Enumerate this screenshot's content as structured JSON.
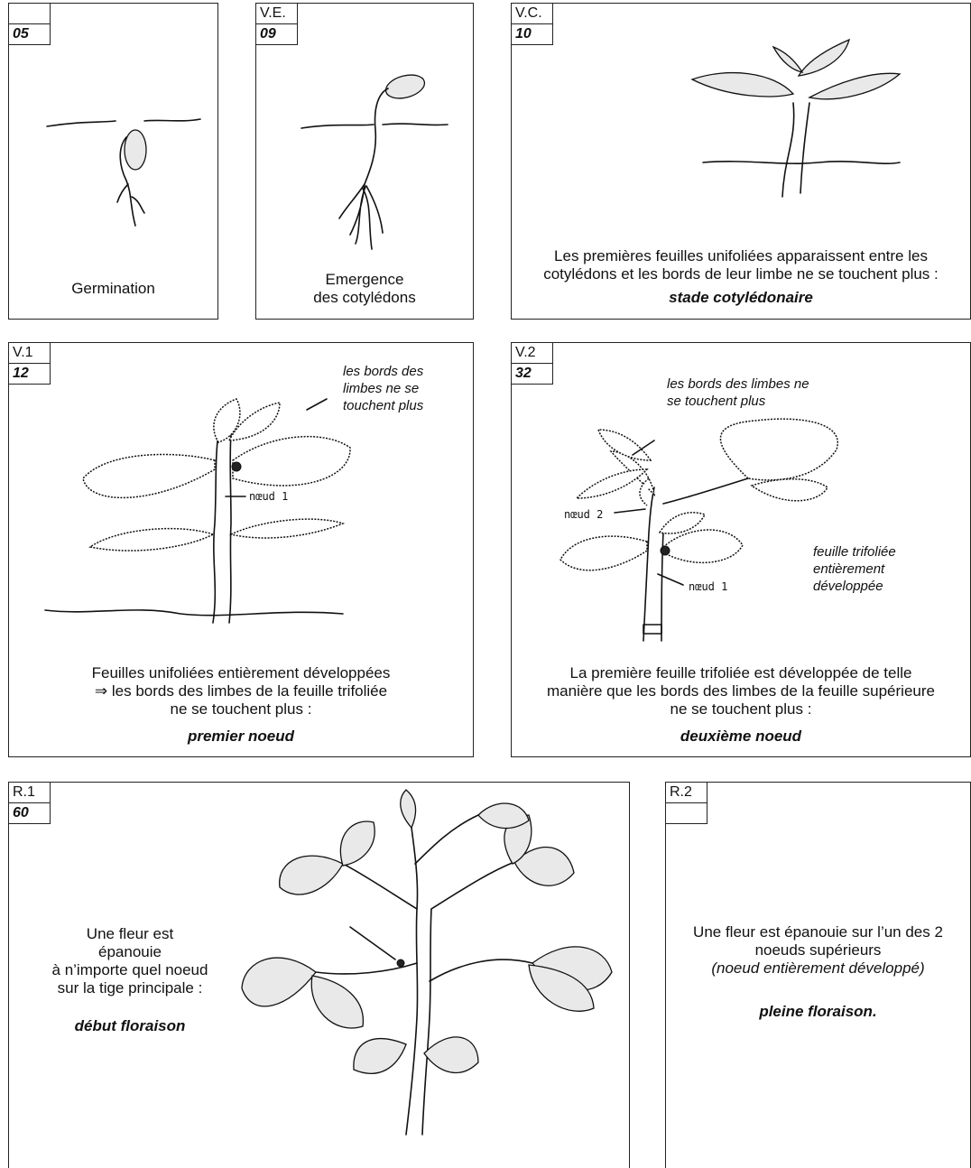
{
  "panels": [
    {
      "stage": "",
      "code": "05",
      "caption": "Germination"
    },
    {
      "stage": "V.E.",
      "code": "09",
      "caption_lines": [
        "Emergence",
        "des cotylédons"
      ]
    },
    {
      "stage": "V.C.",
      "code": "10",
      "caption_lines": [
        "Les premières feuilles unifoliées apparaissent entre les",
        "cotylédons et les bords de leur limbe ne se touchent plus :"
      ],
      "conclusion": "stade cotylédonaire"
    },
    {
      "stage": "V.1",
      "code": "12",
      "note_lines": [
        "les bords des",
        "limbes ne se",
        "touchent plus"
      ],
      "label_node": "nœud 1",
      "caption_lines": [
        "Feuilles unifoliées entièrement développées",
        "⇒  les bords des limbes de la feuille trifoliée",
        "ne se touchent plus :"
      ],
      "conclusion": "premier noeud"
    },
    {
      "stage": "V.2",
      "code": "32",
      "note_lines": [
        "les bords des limbes ne",
        "se touchent plus"
      ],
      "side_note_lines": [
        "feuille trifoliée",
        "entièrement",
        "développée"
      ],
      "label_node2": "nœud 2",
      "label_node1": "nœud 1",
      "caption_lines": [
        "La première feuille trifoliée est développée de telle",
        "manière que les bords des limbes de la feuille supérieure",
        "ne se touchent plus :"
      ],
      "conclusion": "deuxième noeud"
    },
    {
      "stage": "R.1",
      "code": "60",
      "caption_lines": [
        "Une fleur est",
        "épanouie",
        "à n’importe quel noeud",
        "sur la tige principale :"
      ],
      "conclusion": "début floraison"
    },
    {
      "stage": "R.2",
      "code": "",
      "caption_lines": [
        "Une fleur est épanouie sur l’un des 2",
        "noeuds supérieurs"
      ],
      "italic_line": "(noeud entièrement développé)",
      "conclusion": "pleine floraison."
    }
  ]
}
